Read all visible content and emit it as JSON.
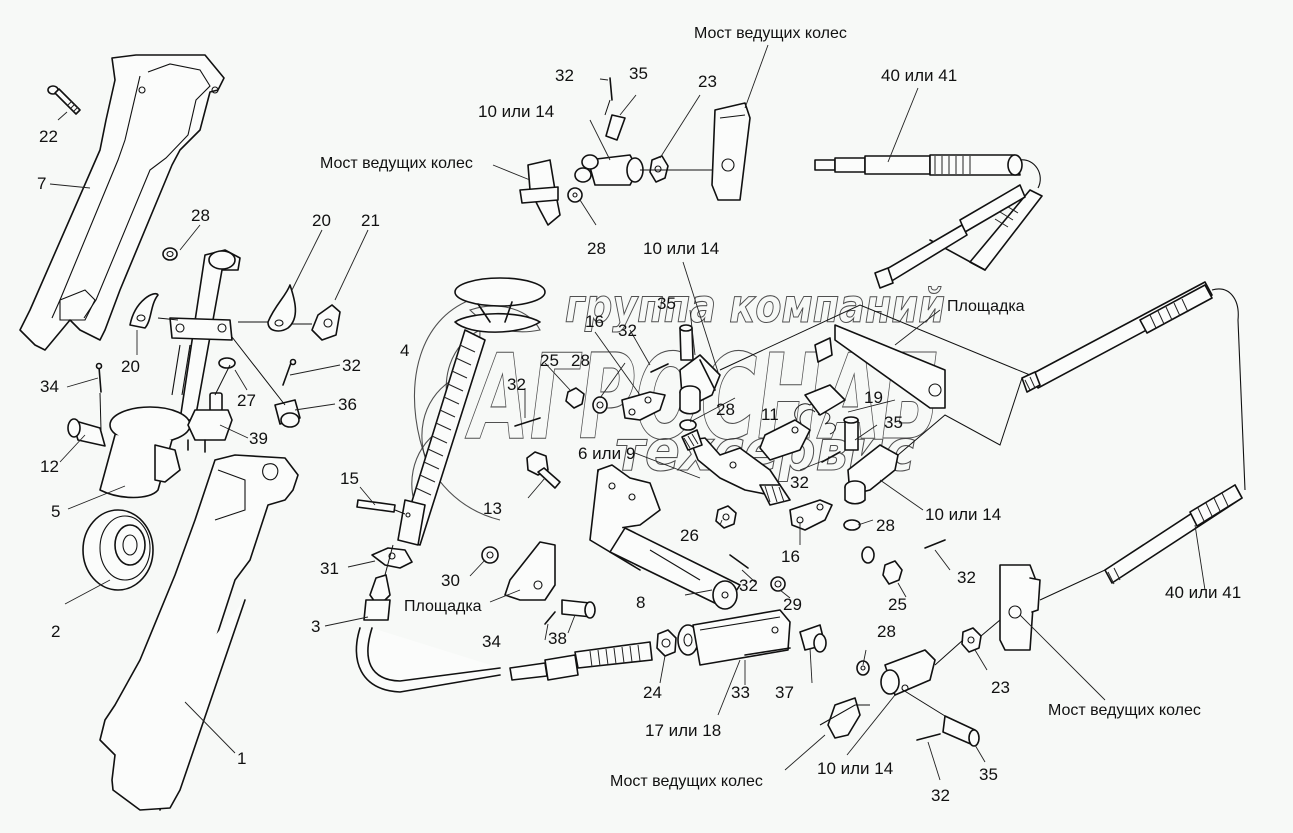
{
  "diagram": {
    "title": "Exploded view: steering / brake linkage assembly",
    "background_color": "#f7f9f7",
    "line_color": "#111111",
    "watermark": {
      "line1": "группа компаний",
      "line2": "АГРОСНАБ",
      "line3": "техсервис"
    },
    "callouts": [
      {
        "id": "c22",
        "text": "22"
      },
      {
        "id": "c7",
        "text": "7"
      },
      {
        "id": "c28a",
        "text": "28"
      },
      {
        "id": "c20a",
        "text": "20"
      },
      {
        "id": "c21",
        "text": "21"
      },
      {
        "id": "c20b",
        "text": "20"
      },
      {
        "id": "c34a",
        "text": "34"
      },
      {
        "id": "c32a",
        "text": "32"
      },
      {
        "id": "c27",
        "text": "27"
      },
      {
        "id": "c36",
        "text": "36"
      },
      {
        "id": "c39",
        "text": "39"
      },
      {
        "id": "c12",
        "text": "12"
      },
      {
        "id": "c5",
        "text": "5"
      },
      {
        "id": "c2",
        "text": "2"
      },
      {
        "id": "c1",
        "text": "1"
      },
      {
        "id": "c15",
        "text": "15"
      },
      {
        "id": "c31",
        "text": "31"
      },
      {
        "id": "c3",
        "text": "3"
      },
      {
        "id": "c4",
        "text": "4"
      },
      {
        "id": "c32b",
        "text": "32"
      },
      {
        "id": "c35a",
        "text": "35"
      },
      {
        "id": "c10a",
        "text": "10 или 14"
      },
      {
        "id": "c23a",
        "text": "23"
      },
      {
        "id": "c_most_top",
        "text": "Мост ведущих колес"
      },
      {
        "id": "c_most_left",
        "text": "Мост ведущих колес"
      },
      {
        "id": "c28b",
        "text": "28"
      },
      {
        "id": "c40a",
        "text": "40 или 41"
      },
      {
        "id": "c10b",
        "text": "10 или 14"
      },
      {
        "id": "c35b",
        "text": "35"
      },
      {
        "id": "c16a",
        "text": "16"
      },
      {
        "id": "c32c",
        "text": "32"
      },
      {
        "id": "c25a",
        "text": "25"
      },
      {
        "id": "c28c",
        "text": "28"
      },
      {
        "id": "c32d",
        "text": "32"
      },
      {
        "id": "c28d",
        "text": "28"
      },
      {
        "id": "c11",
        "text": "11"
      },
      {
        "id": "c19",
        "text": "19"
      },
      {
        "id": "c35c",
        "text": "35"
      },
      {
        "id": "c_ploshchadka_top",
        "text": "Площадка"
      },
      {
        "id": "c6",
        "text": "6 или 9"
      },
      {
        "id": "c13",
        "text": "13"
      },
      {
        "id": "c32e",
        "text": "32"
      },
      {
        "id": "c10c",
        "text": "10 или 14"
      },
      {
        "id": "c26",
        "text": "26"
      },
      {
        "id": "c16b",
        "text": "16"
      },
      {
        "id": "c28e",
        "text": "28"
      },
      {
        "id": "c32f",
        "text": "32"
      },
      {
        "id": "c25b",
        "text": "25"
      },
      {
        "id": "c30",
        "text": "30"
      },
      {
        "id": "c_ploshchadka_bottom",
        "text": "Площадка"
      },
      {
        "id": "c8",
        "text": "8"
      },
      {
        "id": "c32g",
        "text": "32"
      },
      {
        "id": "c29",
        "text": "29"
      },
      {
        "id": "c34b",
        "text": "34"
      },
      {
        "id": "c38",
        "text": "38"
      },
      {
        "id": "c24",
        "text": "24"
      },
      {
        "id": "c33",
        "text": "33"
      },
      {
        "id": "c37",
        "text": "37"
      },
      {
        "id": "c17",
        "text": "17 или 18"
      },
      {
        "id": "c28f",
        "text": "28"
      },
      {
        "id": "c23b",
        "text": "23"
      },
      {
        "id": "c40b",
        "text": "40 или 41"
      },
      {
        "id": "c_most_right",
        "text": "Мост ведущих колес"
      },
      {
        "id": "c10d",
        "text": "10 или 14"
      },
      {
        "id": "c35d",
        "text": "35"
      },
      {
        "id": "c32h",
        "text": "32"
      },
      {
        "id": "c_most_bottom",
        "text": "Мост ведущих колес"
      }
    ]
  }
}
